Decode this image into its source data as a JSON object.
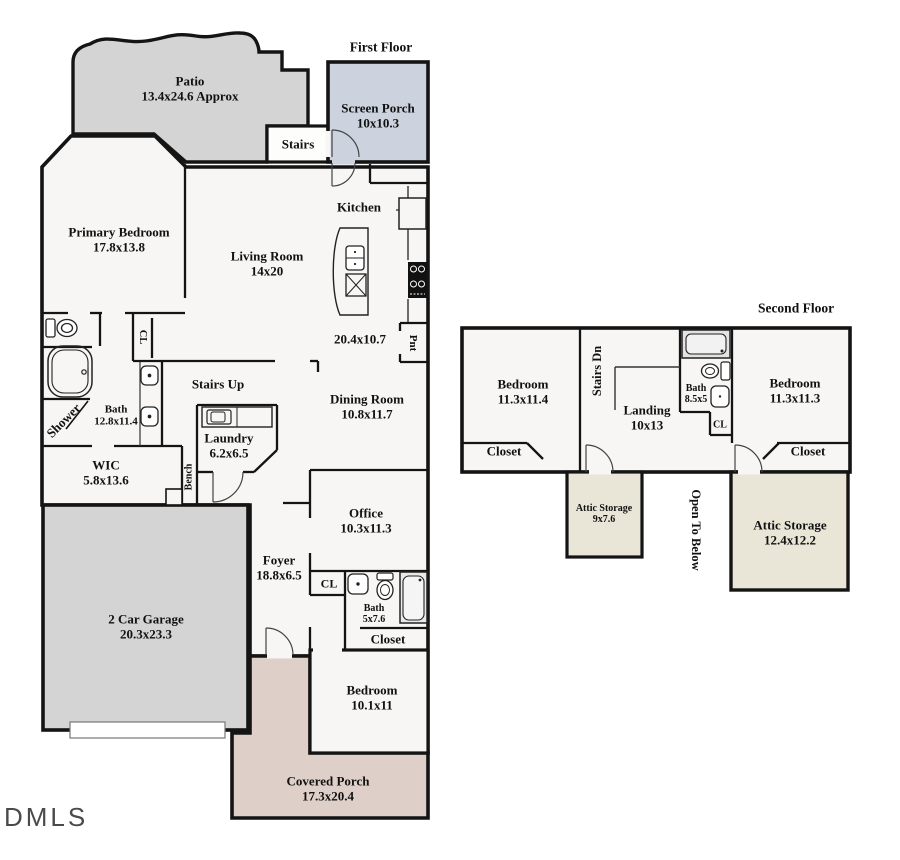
{
  "floor_plan": {
    "first_floor_title": "First Floor",
    "second_floor_title": "Second Floor",
    "watermark": "DMLS",
    "first_floor": {
      "patio": {
        "name": "Patio",
        "dims": "13.4x24.6 Approx"
      },
      "screen_porch": {
        "name": "Screen Porch",
        "dims": "10x10.3"
      },
      "stairs": {
        "name": "Stairs"
      },
      "primary_bedroom": {
        "name": "Primary Bedroom",
        "dims": "17.8x13.8"
      },
      "living_room": {
        "name": "Living Room",
        "dims": "14x20"
      },
      "kitchen": {
        "name": "Kitchen",
        "dims": "20.4x10.7"
      },
      "pantry": {
        "name": "Pnt"
      },
      "dining_room": {
        "name": "Dining Room",
        "dims": "10.8x11.7"
      },
      "primary_bath": {
        "name": "Bath",
        "dims": "12.8x11.4"
      },
      "shower": {
        "name": "Shower"
      },
      "primary_closet": {
        "name": "CL"
      },
      "wic": {
        "name": "WIC",
        "dims": "5.8x13.6"
      },
      "stairs_up": {
        "name": "Stairs Up"
      },
      "laundry": {
        "name": "Laundry",
        "dims": "6.2x6.5"
      },
      "bench": {
        "name": "Bench"
      },
      "office": {
        "name": "Office",
        "dims": "10.3x11.3"
      },
      "foyer": {
        "name": "Foyer",
        "dims": "18.8x6.5"
      },
      "foyer_closet": {
        "name": "CL"
      },
      "guest_bath": {
        "name": "Bath",
        "dims": "5x7.6"
      },
      "guest_closet": {
        "name": "Closet"
      },
      "bedroom": {
        "name": "Bedroom",
        "dims": "10.1x11"
      },
      "garage": {
        "name": "2 Car Garage",
        "dims": "20.3x23.3"
      },
      "covered_porch": {
        "name": "Covered Porch",
        "dims": "17.3x20.4"
      }
    },
    "second_floor": {
      "bedroom_left": {
        "name": "Bedroom",
        "dims": "11.3x11.4"
      },
      "stairs_dn": {
        "name": "Stairs Dn"
      },
      "landing": {
        "name": "Landing",
        "dims": "10x13"
      },
      "bath": {
        "name": "Bath",
        "dims": "8.5x5"
      },
      "bath_closet": {
        "name": "CL"
      },
      "bedroom_right": {
        "name": "Bedroom",
        "dims": "11.3x11.3"
      },
      "closet_left": {
        "name": "Closet"
      },
      "closet_right": {
        "name": "Closet"
      },
      "attic_storage_small": {
        "name": "Attic Storage",
        "dims": "9x7.6"
      },
      "open_to_below": {
        "name": "Open To Below"
      },
      "attic_storage_large": {
        "name": "Attic Storage",
        "dims": "12.4x12.2"
      }
    },
    "colors": {
      "patio_garage_gray": "#d4d4d4",
      "screen_porch_blue": "#cdd3de",
      "covered_porch_tan": "#decfc8",
      "attic_beige": "#e9e6d8",
      "floor_white": "#f7f6f4",
      "wall_black": "#141414"
    }
  }
}
